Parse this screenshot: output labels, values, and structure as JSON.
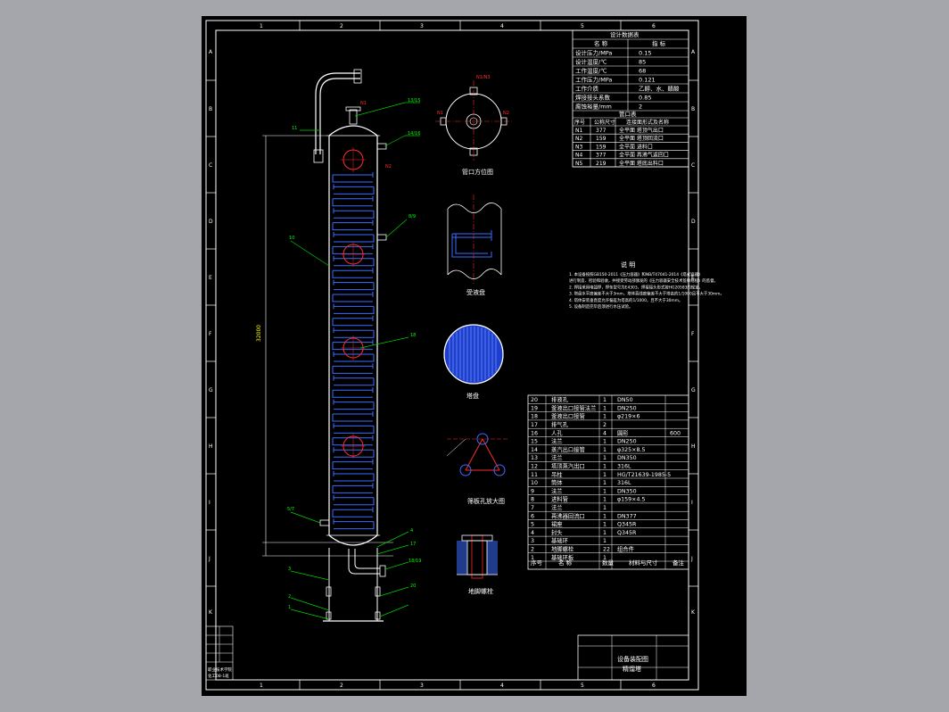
{
  "border": {
    "col_labels": [
      "1",
      "2",
      "3",
      "4",
      "5",
      "6"
    ],
    "row_labels": [
      "A",
      "B",
      "C",
      "D",
      "E",
      "F",
      "G",
      "H",
      "I",
      "J",
      "K"
    ]
  },
  "design_table": {
    "title": "设计数据表",
    "header": [
      "名 称",
      "指 标"
    ],
    "rows": [
      [
        "设计压力/MPa",
        "0.15"
      ],
      [
        "设计温度/℃",
        "85"
      ],
      [
        "工作温度/℃",
        "68"
      ],
      [
        "工作压力/MPa",
        "0.121"
      ],
      [
        "工作介质",
        "乙醇、水、醋酸"
      ],
      [
        "焊接接头系数",
        "0.85"
      ],
      [
        "腐蚀裕量/mm",
        "2"
      ]
    ]
  },
  "nozzle_table": {
    "title": "管口表",
    "header": [
      "序号",
      "公称尺寸",
      "连接面形式及名称"
    ],
    "rows": [
      [
        "N1",
        "377",
        "全平面 塔顶气出口"
      ],
      [
        "N2",
        "159",
        "全平面 塔顶回流口"
      ],
      [
        "N3",
        "159",
        "全平面 进料口"
      ],
      [
        "N4",
        "377",
        "全平面 再沸气返回口"
      ],
      [
        "N5",
        "219",
        "全平面 塔底出料口"
      ]
    ]
  },
  "notes": {
    "title": "说 明",
    "lines": [
      "1. 本设备按照GB150-2011《压力容器》和NB/T47041-2014《塔式容器》",
      "   进行制造、检验和验收，并接受劳动部颁发的《压力容器安全技术监察规程》的监督。",
      "2. 焊接采用电弧焊，焊条型号为E4303，焊接接头形式按HG20583的规定。",
      "3. 塔盘水平度偏差不大于3mm，塔体直线度偏差不大于塔高的1/1000且不大于30mm。",
      "4. 塔体安装垂直度允许偏差为塔高的1/1000，且不大于30mm。",
      "5. 设备制造完毕后须进行水压试验。"
    ]
  },
  "view_labels": {
    "nozzle_orientation": "管口方位图",
    "downcomer": "受液盘",
    "tray": "塔盘",
    "sieve_hole": "筛板孔放大图",
    "anchor_bolt": "地脚螺栓"
  },
  "callouts": {
    "top_pipe": "13/15",
    "top_right": "14/16",
    "top_left": "11",
    "n1": "N1",
    "n2": "N2",
    "mid_left": "10",
    "mid_right": "8/9",
    "manhole": "18",
    "feed_low": "5/7",
    "r4": "4",
    "r17": "17",
    "r18": "18/19",
    "r20": "20",
    "b3": "3",
    "b2": "2",
    "b1": "1",
    "height": "32000",
    "nozzle_top": "N1/N3",
    "view_n1": "N1",
    "view_n2": "N2"
  },
  "parts_table": {
    "rows": [
      [
        "20",
        "排液孔",
        "1",
        "DN50",
        ""
      ],
      [
        "19",
        "釜液出口接管法兰",
        "1",
        "DN250",
        ""
      ],
      [
        "18",
        "釜液出口接管",
        "1",
        "φ219×6",
        ""
      ],
      [
        "17",
        "排气孔",
        "2",
        "",
        ""
      ],
      [
        "16",
        "人孔",
        "4",
        "圆形",
        "600"
      ],
      [
        "15",
        "法兰",
        "1",
        "DN250",
        ""
      ],
      [
        "14",
        "蒸汽出口接管",
        "1",
        "φ325×8.5",
        ""
      ],
      [
        "13",
        "法兰",
        "1",
        "DN350",
        ""
      ],
      [
        "12",
        "塔顶蒸汽出口",
        "1",
        "316L",
        ""
      ],
      [
        "11",
        "吊柱",
        "1",
        "HG/T21639-1985-5",
        ""
      ],
      [
        "10",
        "筒体",
        "1",
        "316L",
        ""
      ],
      [
        "9",
        "法兰",
        "1",
        "DN350",
        ""
      ],
      [
        "8",
        "进料管",
        "1",
        "φ159×4.5",
        ""
      ],
      [
        "7",
        "法兰",
        "1",
        "",
        ""
      ],
      [
        "6",
        "再沸器回流口",
        "1",
        "DN377",
        ""
      ],
      [
        "5",
        "裙座",
        "1",
        "Q345R",
        ""
      ],
      [
        "4",
        "封头",
        "1",
        "Q345R",
        ""
      ],
      [
        "3",
        "基础环",
        "1",
        "",
        ""
      ],
      [
        "2",
        "地脚螺栓",
        "22",
        "组合件",
        ""
      ],
      [
        "1",
        "基础环板",
        "1",
        "",
        ""
      ]
    ],
    "footer": [
      "序号",
      "名 称",
      "数量",
      "材料与尺寸",
      "备注"
    ]
  },
  "title_block": {
    "line1": "设备装配图",
    "line2": "精馏塔",
    "left_line1": "职业技术学院",
    "left_line2": "化工08-1班"
  }
}
